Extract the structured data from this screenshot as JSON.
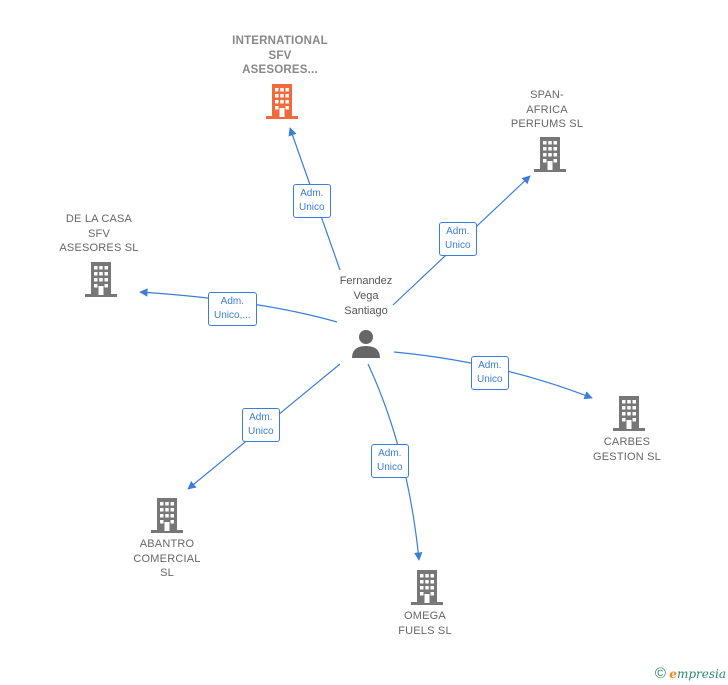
{
  "center": {
    "name_lines": [
      "Fernandez",
      "Vega",
      "Santiago"
    ],
    "icon": "person-icon"
  },
  "companies": [
    {
      "id": "international-sfv",
      "label": "INTERNATIONAL\nSFV\nASESORES...",
      "highlight": true,
      "color": "#f26a3b",
      "icon": "building-icon"
    },
    {
      "id": "span-africa",
      "label": "SPAN-\nAFRICA\nPERFUMS  SL",
      "highlight": false,
      "color": "#777777",
      "icon": "building-icon"
    },
    {
      "id": "de-la-casa",
      "label": "DE LA CASA\nSFV\nASESORES  SL",
      "highlight": false,
      "color": "#777777",
      "icon": "building-icon"
    },
    {
      "id": "carbes",
      "label": "CARBES\nGESTION  SL",
      "highlight": false,
      "color": "#777777",
      "icon": "building-icon"
    },
    {
      "id": "abantro",
      "label": "ABANTRO\nCOMERCIAL\nSL",
      "highlight": false,
      "color": "#777777",
      "icon": "building-icon"
    },
    {
      "id": "omega",
      "label": "OMEGA\nFUELS  SL",
      "highlight": false,
      "color": "#777777",
      "icon": "building-icon"
    }
  ],
  "edges": [
    {
      "to": "international-sfv",
      "label_lines": [
        "Adm.",
        "Unico"
      ]
    },
    {
      "to": "span-africa",
      "label_lines": [
        "Adm.",
        "Unico"
      ]
    },
    {
      "to": "de-la-casa",
      "label_lines": [
        "Adm.",
        "Unico,..."
      ]
    },
    {
      "to": "carbes",
      "label_lines": [
        "Adm.",
        "Unico"
      ]
    },
    {
      "to": "abantro",
      "label_lines": [
        "Adm.",
        "Unico"
      ]
    },
    {
      "to": "omega",
      "label_lines": [
        "Adm.",
        "Unico"
      ]
    }
  ],
  "colors": {
    "edge": "#3b7dd8",
    "building": "#777777",
    "highlight": "#f26a3b",
    "person": "#666666"
  },
  "footer": {
    "copyright": "©",
    "brand_initial": "e",
    "brand_rest": "mpresia"
  }
}
